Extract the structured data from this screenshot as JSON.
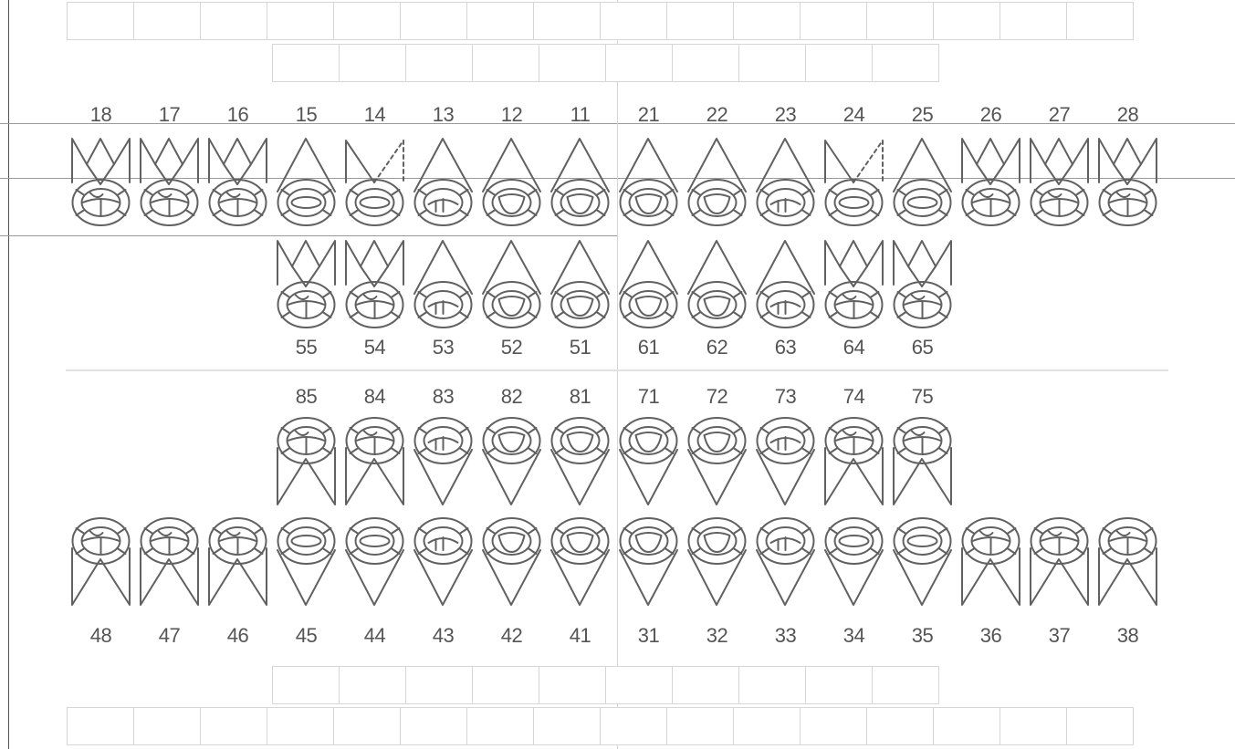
{
  "chart": {
    "upper_permanent": [
      "18",
      "17",
      "16",
      "15",
      "14",
      "13",
      "12",
      "11",
      "21",
      "22",
      "23",
      "24",
      "25",
      "26",
      "27",
      "28"
    ],
    "upper_primary": [
      "55",
      "54",
      "53",
      "52",
      "51",
      "61",
      "62",
      "63",
      "64",
      "65"
    ],
    "lower_primary": [
      "85",
      "84",
      "83",
      "82",
      "81",
      "71",
      "72",
      "73",
      "74",
      "75"
    ],
    "lower_permanent": [
      "48",
      "47",
      "46",
      "45",
      "44",
      "43",
      "42",
      "41",
      "31",
      "32",
      "33",
      "34",
      "35",
      "36",
      "37",
      "38"
    ]
  },
  "teeth_upper_permanent": [
    {
      "type": "molar"
    },
    {
      "type": "molar"
    },
    {
      "type": "molar"
    },
    {
      "type": "premolar"
    },
    {
      "type": "premolar-partial"
    },
    {
      "type": "canine"
    },
    {
      "type": "incisor"
    },
    {
      "type": "incisor"
    },
    {
      "type": "incisor"
    },
    {
      "type": "incisor"
    },
    {
      "type": "canine"
    },
    {
      "type": "premolar-partial"
    },
    {
      "type": "premolar"
    },
    {
      "type": "molar"
    },
    {
      "type": "molar"
    },
    {
      "type": "molar"
    }
  ],
  "teeth_upper_primary": [
    {
      "type": "molar"
    },
    {
      "type": "molar"
    },
    {
      "type": "canine"
    },
    {
      "type": "incisor"
    },
    {
      "type": "incisor"
    },
    {
      "type": "incisor"
    },
    {
      "type": "incisor"
    },
    {
      "type": "canine"
    },
    {
      "type": "molar"
    },
    {
      "type": "molar"
    }
  ],
  "teeth_lower_primary": [
    {
      "type": "molar"
    },
    {
      "type": "molar"
    },
    {
      "type": "canine"
    },
    {
      "type": "incisor"
    },
    {
      "type": "incisor"
    },
    {
      "type": "incisor"
    },
    {
      "type": "incisor"
    },
    {
      "type": "canine"
    },
    {
      "type": "molar"
    },
    {
      "type": "molar"
    }
  ],
  "teeth_lower_permanent": [
    {
      "type": "molar"
    },
    {
      "type": "molar"
    },
    {
      "type": "molar"
    },
    {
      "type": "premolar"
    },
    {
      "type": "premolar"
    },
    {
      "type": "canine"
    },
    {
      "type": "incisor"
    },
    {
      "type": "incisor"
    },
    {
      "type": "incisor"
    },
    {
      "type": "incisor"
    },
    {
      "type": "canine"
    },
    {
      "type": "premolar"
    },
    {
      "type": "premolar"
    },
    {
      "type": "molar"
    },
    {
      "type": "molar"
    },
    {
      "type": "molar"
    }
  ],
  "colors": {
    "stroke": "#616161",
    "grid": "#d6d6d6",
    "text": "#555555"
  }
}
